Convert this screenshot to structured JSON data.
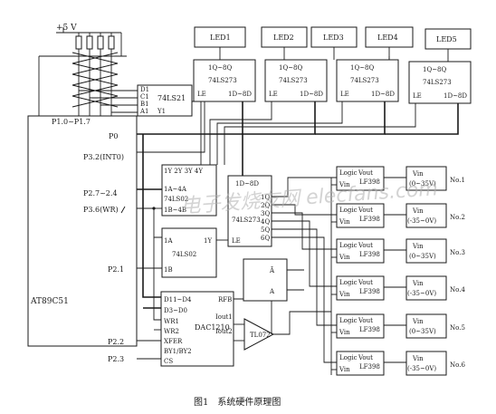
{
  "power": {
    "label": "+5 V"
  },
  "mcu": {
    "name": "AT89C51",
    "ports": [
      "P1.0~P1.7",
      "P0",
      "P3.2(INT0)",
      "P2.7~2.4",
      "P3.6(WR)",
      "P2.1",
      "P2.2",
      "P2.3"
    ]
  },
  "encoder": {
    "name": "74LS21",
    "inputs": [
      "D1",
      "C1",
      "B1",
      "A1"
    ],
    "output": "Y1"
  },
  "leds": [
    {
      "label": "LED1",
      "latch": {
        "top": "1Q~8Q",
        "name": "74LS273",
        "le": "LE",
        "d": "1D~8D"
      }
    },
    {
      "label": "LED2",
      "latch": {
        "top": "1Q~8Q",
        "name": "74LS273",
        "le": "LE",
        "d": "1D~8D"
      }
    },
    {
      "label": "LED3",
      "latch": {
        "top": "1Q~8Q",
        "name": "74LS273",
        "le": "LE",
        "d": "1D~8D"
      }
    },
    {
      "label": "LED4",
      "latch": {
        "top": "1Q~8Q",
        "name": "74LS273",
        "le": "LE",
        "d": "1D~8D"
      }
    },
    {
      "label": "LED5",
      "latch": {
        "top": "1Q~8Q",
        "name": "74LS273",
        "le": "LE",
        "d": "1D~8D"
      }
    }
  ],
  "nor1": {
    "outputs": "1Y 2Y 3Y 4Y",
    "a": "1A~4A",
    "name": "74LS02",
    "b": "1B~4B"
  },
  "nor2": {
    "a": "1A",
    "name": "74LS02",
    "b": "1B",
    "y": "1Y"
  },
  "latch6": {
    "d": "1D~8D",
    "name": "74LS273",
    "le": "LE",
    "q": [
      "1Q",
      "2Q",
      "3Q",
      "4Q",
      "5Q",
      "6Q"
    ]
  },
  "dac": {
    "pins": [
      "D11~D4",
      "D3~D0",
      "WR1",
      "WR2",
      "XFER",
      "BY1/BY2",
      "CS"
    ],
    "name": "DAC1210",
    "rfb": "RFB",
    "iout1": "Iout1",
    "iout2": "Iout2"
  },
  "opamp": {
    "name": "TL072"
  },
  "switch": {
    "a_bar": "Ā",
    "a": "A"
  },
  "sample_holds": [
    {
      "logic": "Logic",
      "vout": "Vout",
      "vin": "Vin",
      "name": "LF398",
      "range_label": "Vin",
      "range": "(0~35V)",
      "no": "No.1"
    },
    {
      "logic": "Logic",
      "vout": "Vout",
      "vin": "Vin",
      "name": "LF398",
      "range_label": "Vin",
      "range": "(-35~0V)",
      "no": "No.2"
    },
    {
      "logic": "Logic",
      "vout": "Vout",
      "vin": "Vin",
      "name": "LF398",
      "range_label": "Vin",
      "range": "(0~35V)",
      "no": "No.3"
    },
    {
      "logic": "Logic",
      "vout": "Vout",
      "vin": "Vin",
      "name": "LF398",
      "range_label": "Vin",
      "range": "(-35~0V)",
      "no": "No.4"
    },
    {
      "logic": "Logic",
      "vout": "Vout",
      "vin": "Vin",
      "name": "LF398",
      "range_label": "Vin",
      "range": "(0~35V)",
      "no": "No.5"
    },
    {
      "logic": "Logic",
      "vout": "Vout",
      "vin": "Vin",
      "name": "LF398",
      "range_label": "Vin",
      "range": "(-35~0V)",
      "no": "No.6"
    }
  ],
  "watermark": "电子发烧友网 elecfans.com",
  "caption": "图1　系统硬件原理图"
}
